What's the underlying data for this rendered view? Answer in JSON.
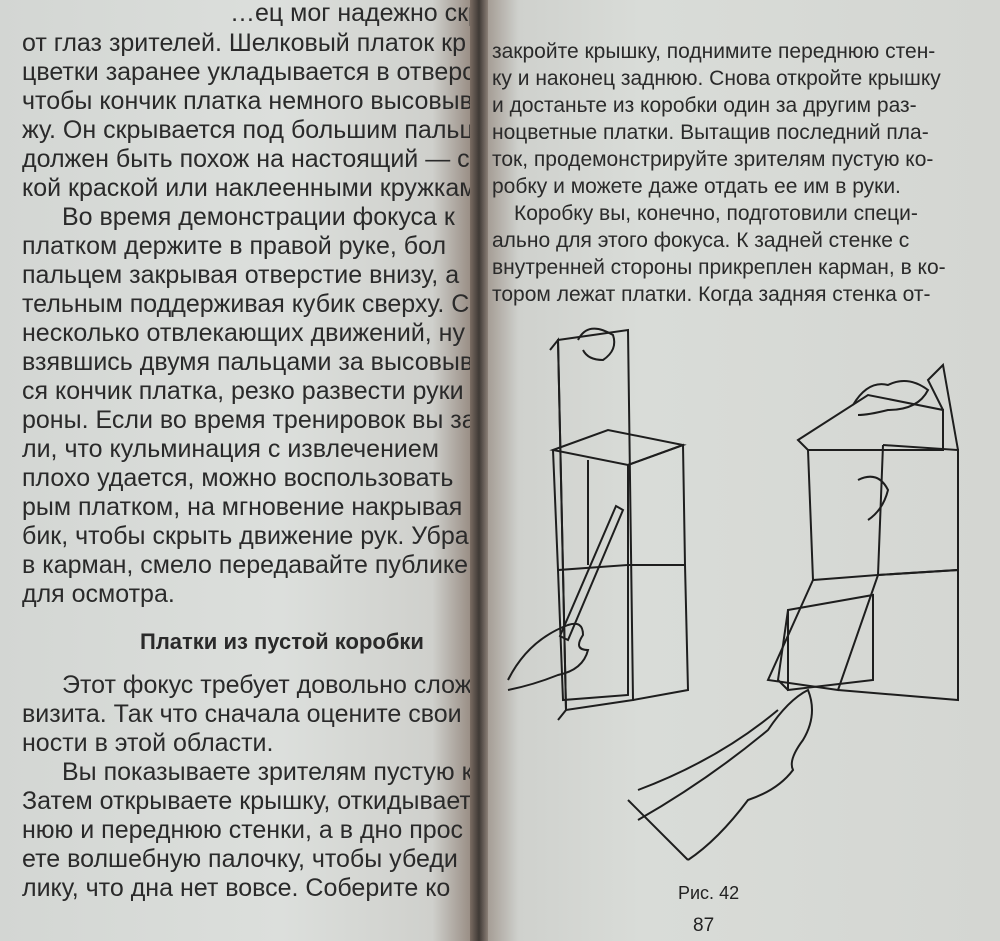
{
  "left_page": {
    "lines": [
      "…ец мог надежно скр",
      "от глаз зрителей. Шелковый платок кр",
      "цветки заранее укладывается в отверс",
      "чтобы кончик платка немного высовывал",
      "жу. Он скрывается под большим пальцем",
      "должен быть похож на настоящий — с",
      "кой краской или наклеенными кружкам",
      "Во время демонстрации фокуса к",
      "платком держите в правой руке, бол",
      "пальцем закрывая отверстие внизу, а",
      "тельным поддерживая кубик сверху. С",
      "несколько отвлекающих движений, ну",
      "взявшись двумя пальцами за высовыва",
      "ся кончик платка, резко развести руки",
      "роны. Если во время тренировок вы за",
      "ли, что кульминация с извлечением",
      "плохо удается, можно воспользовать",
      "рым платком, на мгновение накрывая",
      "бик, чтобы скрыть движение рук. Убрав",
      "в карман, смело передавайте публике",
      "для осмотра."
    ],
    "heading": "Платки из пустой коробки",
    "lines2": [
      "Этот фокус требует довольно сложно",
      "визита. Так что сначала оцените свои во",
      "ности в этой области.",
      "Вы показываете зрителям пустую ко",
      "Затем открываете крышку, откидывает",
      "нюю и переднюю стенки, а в дно прос",
      "ете волшебную палочку, чтобы убеди",
      "лику, что дна нет вовсе. Соберите ко"
    ]
  },
  "right_page": {
    "lines": [
      "закройте крышку, поднимите переднюю стен-",
      "ку и наконец заднюю. Снова откройте крышку",
      "и достаньте из коробки один за другим раз-",
      "ноцветные платки. Вытащив последний пла-",
      "ток, продемонстрируйте зрителям пустую ко-",
      "робку и можете даже отдать ее им в руки.",
      "Коробку вы, конечно, подготовили специ-",
      "ально для этого фокуса. К задней стенке с",
      "внутренней стороны прикреплен карман, в ко-",
      "тором лежат платки. Когда задняя стенка от-"
    ],
    "figure_caption": "Рис. 42",
    "page_number": "87"
  }
}
